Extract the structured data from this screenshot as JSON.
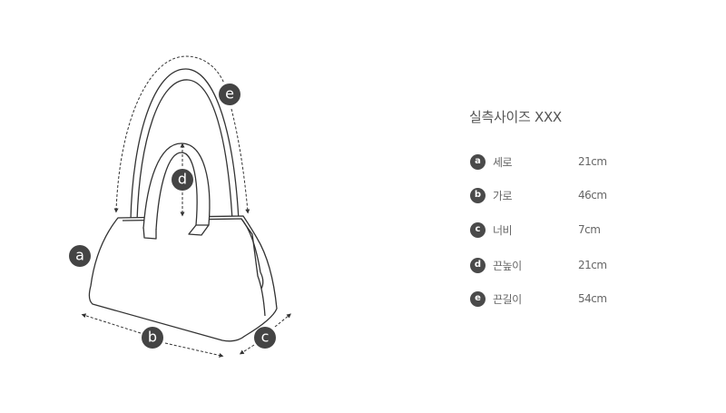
{
  "title": "실측사이즈 XXX",
  "markers": [
    "a",
    "b",
    "c",
    "d",
    "e"
  ],
  "measurements": [
    {
      "key": "a",
      "label": "세로",
      "value": "21cm"
    },
    {
      "key": "b",
      "label": "가로",
      "value": "46cm"
    },
    {
      "key": "c",
      "label": "너비",
      "value": "7cm"
    },
    {
      "key": "d",
      "label": "끈높이",
      "value": "21cm"
    },
    {
      "key": "e",
      "label": "끈길이",
      "value": "54cm"
    }
  ],
  "colors": {
    "badge": "#4a4a4a",
    "line": "#333333",
    "text": "#555555"
  }
}
